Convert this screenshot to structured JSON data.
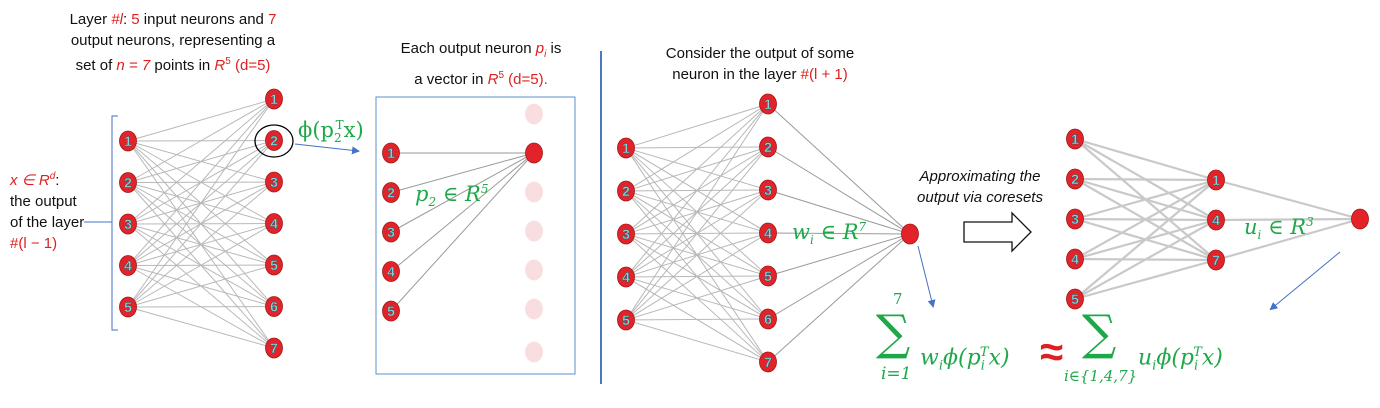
{
  "panel1": {
    "title_a": "Layer ",
    "title_b": "#l",
    "title_c": ": ",
    "title_d": "5",
    "title_e": " input neurons and ",
    "title_f": "7",
    "title_line2": "output neurons, representing a",
    "title_line3a": "set of ",
    "title_line3b": "n = 7",
    "title_line3c": " points in ",
    "title_line3d": "R",
    "title_line3e": "5",
    "title_line3f": " (d=5)",
    "input_a": "x ∈ R",
    "input_sup": "d",
    "input_b": ":",
    "input_line2": "the output",
    "input_line3": "of the layer",
    "input_line4": "#(l − 1)",
    "phi_label": "ϕ(p",
    "phi_sub": "2",
    "phi_sup": "T",
    "phi_end": "x)",
    "input_neurons": [
      "1",
      "2",
      "3",
      "4",
      "5"
    ],
    "output_neurons": [
      "1",
      "2",
      "3",
      "4",
      "5",
      "6",
      "7"
    ]
  },
  "panel2": {
    "title_line1a": "Each output neuron ",
    "title_line1b": "p",
    "title_line1c": "i",
    "title_line1d": " is",
    "title_line2a": "a vector in ",
    "title_line2b": "R",
    "title_line2c": "5",
    "title_line2d": " (d=5).",
    "p2_label": "p",
    "p2_sub": "2",
    "p2_rest": " ∈ R",
    "p2_sup": "5",
    "input_neurons": [
      "1",
      "2",
      "3",
      "4",
      "5"
    ]
  },
  "panel3": {
    "title_line1": "Consider the output of some",
    "title_line2a": "neuron in the layer ",
    "title_line2b": "#(l + 1)",
    "w_label": "w",
    "w_sub": "i",
    "w_rest": " ∈ R",
    "w_sup": "7",
    "input_neurons": [
      "1",
      "2",
      "3",
      "4",
      "5"
    ],
    "output_neurons": [
      "1",
      "2",
      "3",
      "4",
      "5",
      "6",
      "7"
    ]
  },
  "arrow_caption": {
    "line1": "Approximating the",
    "line2": "output via coresets"
  },
  "panel4": {
    "u_label": "u",
    "u_sub": "i",
    "u_rest": " ∈ R",
    "u_sup": "3",
    "input_neurons": [
      "1",
      "2",
      "3",
      "4",
      "5"
    ],
    "output_neurons": [
      "1",
      "4",
      "7"
    ]
  },
  "formula": {
    "sum1_top": "7",
    "sum1_bottom": "i=1",
    "sum1_body": "w",
    "sum1_sub": "i",
    "sum1_phi": "ϕ(p",
    "sum1_phi_sub": "i",
    "sum1_phi_sup": "T",
    "sum1_end": "x)",
    "approx": "≈",
    "sum2_bottom": "i∈{1,4,7}",
    "sum2_body": "u",
    "sum2_sub": "i",
    "sum2_phi": "ϕ(p",
    "sum2_phi_sub": "i",
    "sum2_phi_sup": "T",
    "sum2_end": "x)"
  },
  "colors": {
    "neuron_fill": "#e3232a",
    "neuron_label": "#7fd6e0",
    "edge": "#b8b8b8",
    "arrow": "#4472c4",
    "text_red": "#e0201f",
    "text_green": "#1fa84a",
    "faded_neuron": "#f8dede"
  }
}
